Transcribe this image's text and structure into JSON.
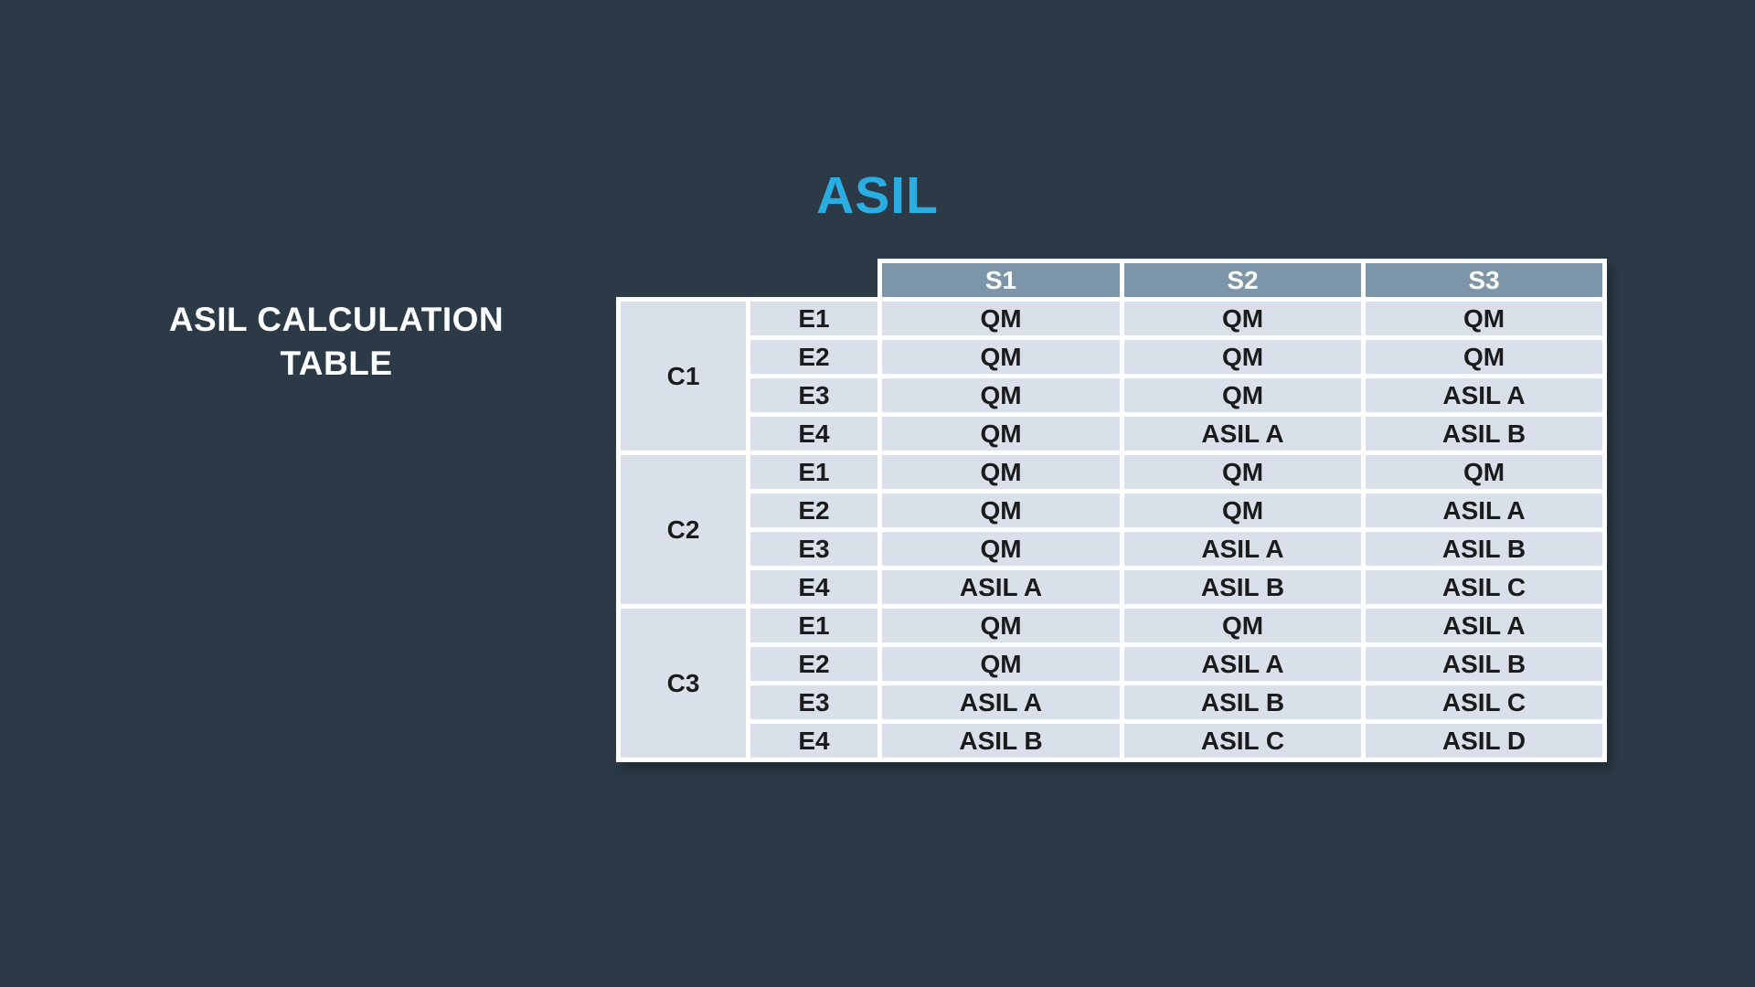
{
  "colors": {
    "bg": "#2c3a47",
    "accent": "#29ade3",
    "header-bg": "#7d95a8",
    "header-text": "#ffffff",
    "cell-bg": "#dae0ea",
    "cell-text": "#1b1b1b",
    "border": "#ffffff"
  },
  "chart_data": {
    "type": "table",
    "title": "ASIL",
    "side_label_lines": [
      "ASIL CALCULATION",
      "TABLE"
    ],
    "column_headers": [
      "S1",
      "S2",
      "S3"
    ],
    "row_groups": [
      {
        "label": "C1",
        "rows": [
          {
            "label": "E1",
            "values": [
              "QM",
              "QM",
              "QM"
            ]
          },
          {
            "label": "E2",
            "values": [
              "QM",
              "QM",
              "QM"
            ]
          },
          {
            "label": "E3",
            "values": [
              "QM",
              "QM",
              "ASIL A"
            ]
          },
          {
            "label": "E4",
            "values": [
              "QM",
              "ASIL A",
              "ASIL B"
            ]
          }
        ]
      },
      {
        "label": "C2",
        "rows": [
          {
            "label": "E1",
            "values": [
              "QM",
              "QM",
              "QM"
            ]
          },
          {
            "label": "E2",
            "values": [
              "QM",
              "QM",
              "ASIL A"
            ]
          },
          {
            "label": "E3",
            "values": [
              "QM",
              "ASIL A",
              "ASIL B"
            ]
          },
          {
            "label": "E4",
            "values": [
              "ASIL A",
              "ASIL B",
              "ASIL C"
            ]
          }
        ]
      },
      {
        "label": "C3",
        "rows": [
          {
            "label": "E1",
            "values": [
              "QM",
              "QM",
              "ASIL A"
            ]
          },
          {
            "label": "E2",
            "values": [
              "QM",
              "ASIL A",
              "ASIL B"
            ]
          },
          {
            "label": "E3",
            "values": [
              "ASIL A",
              "ASIL B",
              "ASIL C"
            ]
          },
          {
            "label": "E4",
            "values": [
              "ASIL B",
              "ASIL C",
              "ASIL D"
            ]
          }
        ]
      }
    ]
  }
}
